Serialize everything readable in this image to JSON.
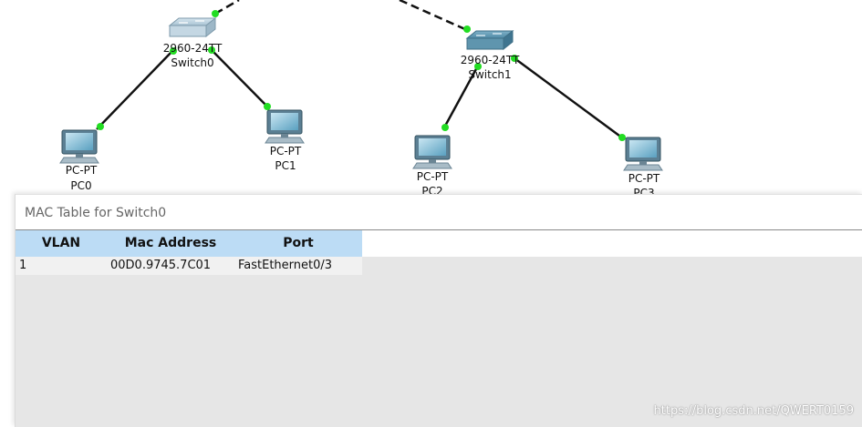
{
  "topology": {
    "switches": [
      {
        "model": "2960-24TT",
        "name": "Switch0"
      },
      {
        "model": "2960-24TT",
        "name": "Switch1"
      }
    ],
    "pcs": [
      {
        "model": "PC-PT",
        "name": "PC0"
      },
      {
        "model": "PC-PT",
        "name": "PC1"
      },
      {
        "model": "PC-PT",
        "name": "PC2"
      },
      {
        "model": "PC-PT",
        "name": "PC3"
      }
    ],
    "link_dot_color": "#22dd22",
    "link_color": "#111111"
  },
  "mac_window": {
    "title": "MAC Table for Switch0",
    "columns": [
      "VLAN",
      "Mac Address",
      "Port"
    ],
    "rows": [
      {
        "vlan": "1",
        "mac": "00D0.9745.7C01",
        "port": "FastEthernet0/3"
      }
    ],
    "header_color": "#bcdcf5"
  },
  "watermark": "https://blog.csdn.net/QWERT0159"
}
